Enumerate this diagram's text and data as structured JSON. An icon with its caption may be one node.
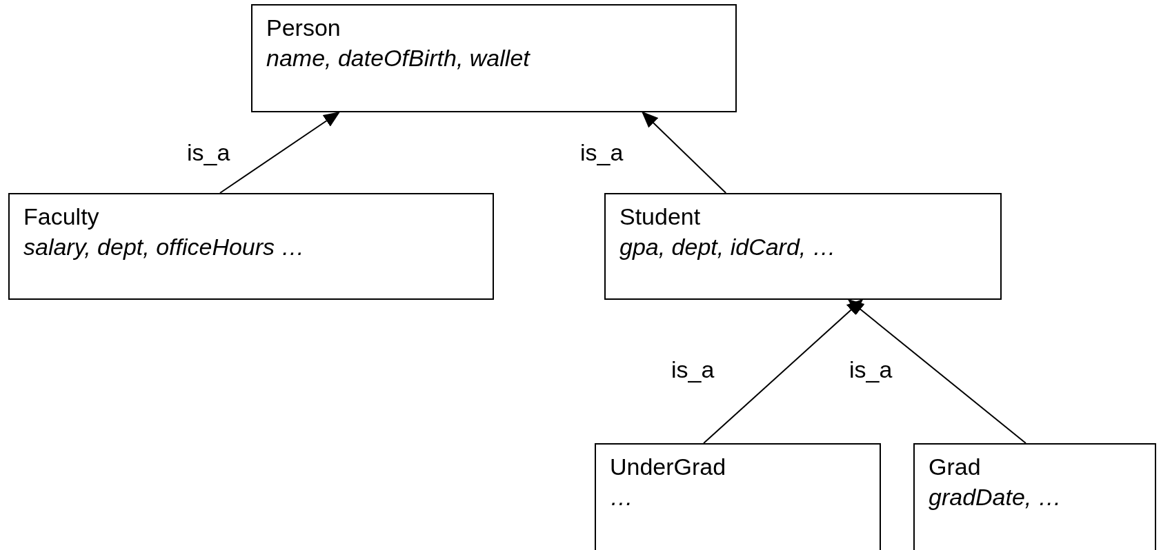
{
  "diagram": {
    "nodes": [
      {
        "text": [
          "Person",
          "name, dateOfBirth, wallet"
        ]
      },
      {
        "text": [
          "Faculty",
          "salary, dept, officeHours …"
        ]
      },
      {
        "text": [
          "Student",
          "gpa, dept, idCard, …"
        ]
      },
      {
        "text": [
          "UnderGrad",
          "…"
        ]
      },
      {
        "text": [
          "Grad",
          "gradDate, …"
        ]
      }
    ],
    "edges": [
      {
        "from": 1,
        "to": 0,
        "arrow": "to",
        "label": "is_a"
      },
      {
        "from": 2,
        "to": 0,
        "arrow": "to",
        "label": "is_a"
      },
      {
        "from": 3,
        "to": 2,
        "arrow": "to",
        "label": "is_a"
      },
      {
        "from": 4,
        "to": 2,
        "arrow": "to",
        "label": "is_a"
      }
    ]
  }
}
